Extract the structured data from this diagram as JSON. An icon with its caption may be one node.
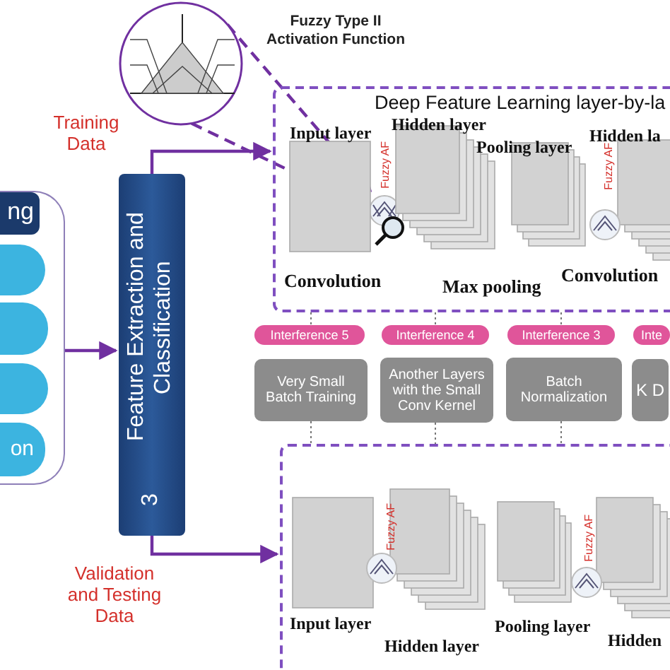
{
  "diagram": {
    "nodes": [
      {
        "text": [
          "ng"
        ]
      },
      {
        "text": [],
        "shape": "box",
        "in": 0
      },
      {
        "text": [],
        "shape": "box",
        "in": 0
      },
      {
        "text": [],
        "shape": "box",
        "in": 0
      },
      {
        "text": [
          "on"
        ],
        "in": 0
      },
      {
        "text": [
          "Feature Extraction and Classification",
          "3"
        ]
      },
      {
        "text": [
          "Fuzzy Type II Activation Function"
        ]
      },
      {
        "text": [
          "Deep Feature Learning layer-by-la"
        ]
      },
      {
        "text": [],
        "shape": "picture",
        "in": 7,
        "beside": [
          "Fuzzy AF"
        ]
      },
      {
        "text": [
          "Interference 5"
        ]
      },
      {
        "text": [
          "Very Small Batch Training"
        ]
      },
      {
        "text": [
          "Interference 4"
        ]
      },
      {
        "text": [
          "Another Layers with the Small Conv Kernel"
        ]
      },
      {
        "text": [
          "Interference 3"
        ]
      },
      {
        "text": [
          "Batch Normalization"
        ]
      },
      {
        "text": [
          "Inte"
        ]
      },
      {
        "text": [
          "K D"
        ]
      },
      {
        "text": [],
        "shape": "box"
      }
    ],
    "edges": [
      {
        "from": 0,
        "to": 5,
        "arrow": "to",
        "color": "#7030a0"
      },
      {
        "from": 5,
        "to": 7,
        "arrow": "to",
        "label": "Training Data",
        "color": "#7030a0"
      },
      {
        "from": 5,
        "to": 17,
        "arrow": "to",
        "label": "Validation and Testing Data",
        "color": "#7030a0"
      },
      {
        "from": 6,
        "to": 8,
        "arrow": "to",
        "style": "dashed",
        "color": "#7030a0"
      },
      {
        "from": 6,
        "to": 8,
        "arrow": "to",
        "style": "dashed",
        "color": "#7030a0"
      },
      {
        "from": 7,
        "to": 9,
        "arrow": "none",
        "style": "dashed"
      },
      {
        "from": 7,
        "to": 11,
        "arrow": "none",
        "style": "dashed"
      },
      {
        "from": 7,
        "to": 13,
        "arrow": "none",
        "style": "dashed"
      },
      {
        "from": 10,
        "to": 17,
        "arrow": "none",
        "style": "dashed"
      },
      {
        "from": 12,
        "to": 17,
        "arrow": "none",
        "style": "dashed"
      },
      {
        "from": 14,
        "to": 17,
        "arrow": "none",
        "style": "dashed"
      }
    ],
    "labels": [
      "Input layer",
      "Hidden layer",
      "Pooling layer",
      "Hidden la",
      "Fuzzy AF",
      "Convolution",
      "Max pooling",
      "Convolution",
      "Fuzzy AF",
      "Fuzzy AF",
      "Input layer",
      "Pooling layer",
      "Hidden layer",
      "Hidden"
    ]
  }
}
